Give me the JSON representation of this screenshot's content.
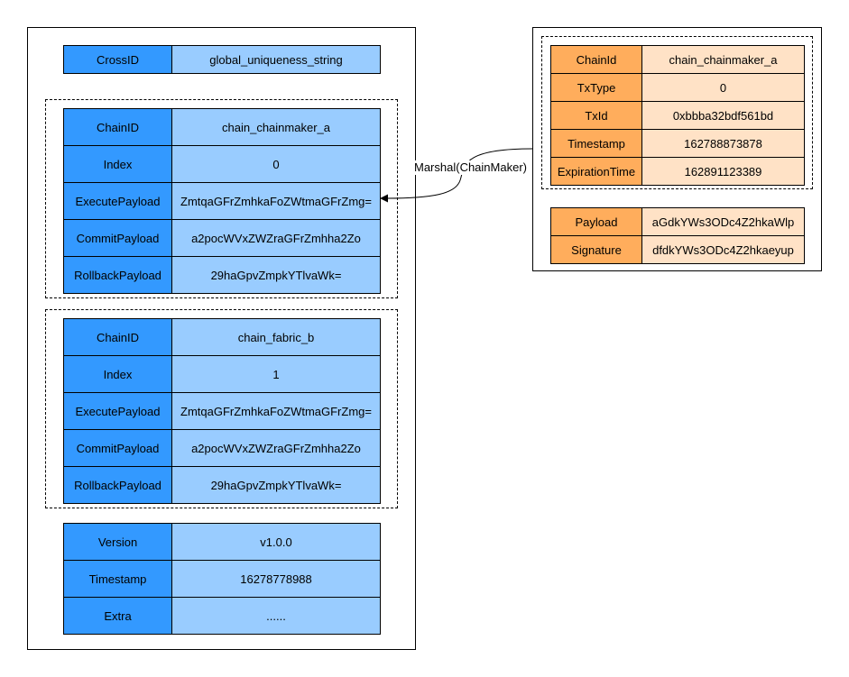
{
  "cross_message": {
    "cross_id": {
      "key": "CrossID",
      "value": "global_uniqueness_string"
    },
    "chain_msgs": [
      {
        "rows": [
          {
            "key": "ChainID",
            "value": "chain_chainmaker_a"
          },
          {
            "key": "Index",
            "value": "0"
          },
          {
            "key": "ExecutePayload",
            "value": "ZmtqaGFrZmhkaFoZWtmaGFrZmg="
          },
          {
            "key": "CommitPayload",
            "value": "a2pocWVxZWZraGFrZmhha2Zo"
          },
          {
            "key": "RollbackPayload",
            "value": "29haGpvZmpkYTlvaWk="
          }
        ]
      },
      {
        "rows": [
          {
            "key": "ChainID",
            "value": "chain_fabric_b"
          },
          {
            "key": "Index",
            "value": "1"
          },
          {
            "key": "ExecutePayload",
            "value": "ZmtqaGFrZmhkaFoZWtmaGFrZmg="
          },
          {
            "key": "CommitPayload",
            "value": "a2pocWVxZWZraGFrZmhha2Zo"
          },
          {
            "key": "RollbackPayload",
            "value": "29haGpvZmpkYTlvaWk="
          }
        ]
      }
    ],
    "meta": [
      {
        "key": "Version",
        "value": "v1.0.0"
      },
      {
        "key": "Timestamp",
        "value": "16278778988"
      },
      {
        "key": "Extra",
        "value": "......"
      }
    ]
  },
  "chainmaker_tx": {
    "header": [
      {
        "key": "ChainId",
        "value": "chain_chainmaker_a"
      },
      {
        "key": "TxType",
        "value": "0"
      },
      {
        "key": "TxId",
        "value": "0xbbba32bdf561bd"
      },
      {
        "key": "Timestamp",
        "value": "162788873878"
      },
      {
        "key": "ExpirationTime",
        "value": "162891123389"
      }
    ],
    "body": [
      {
        "key": "Payload",
        "value": "aGdkYWs3ODc4Z2hkaWlp"
      },
      {
        "key": "Signature",
        "value": "dfdkYWs3ODc4Z2hkaeyup"
      }
    ]
  },
  "arrow": {
    "label": "Marshal(ChainMaker)"
  },
  "colors": {
    "blue_key": "#3399ff",
    "blue_value": "#99ccff",
    "orange_key": "#ffad5c",
    "orange_value": "#ffe2c6"
  }
}
